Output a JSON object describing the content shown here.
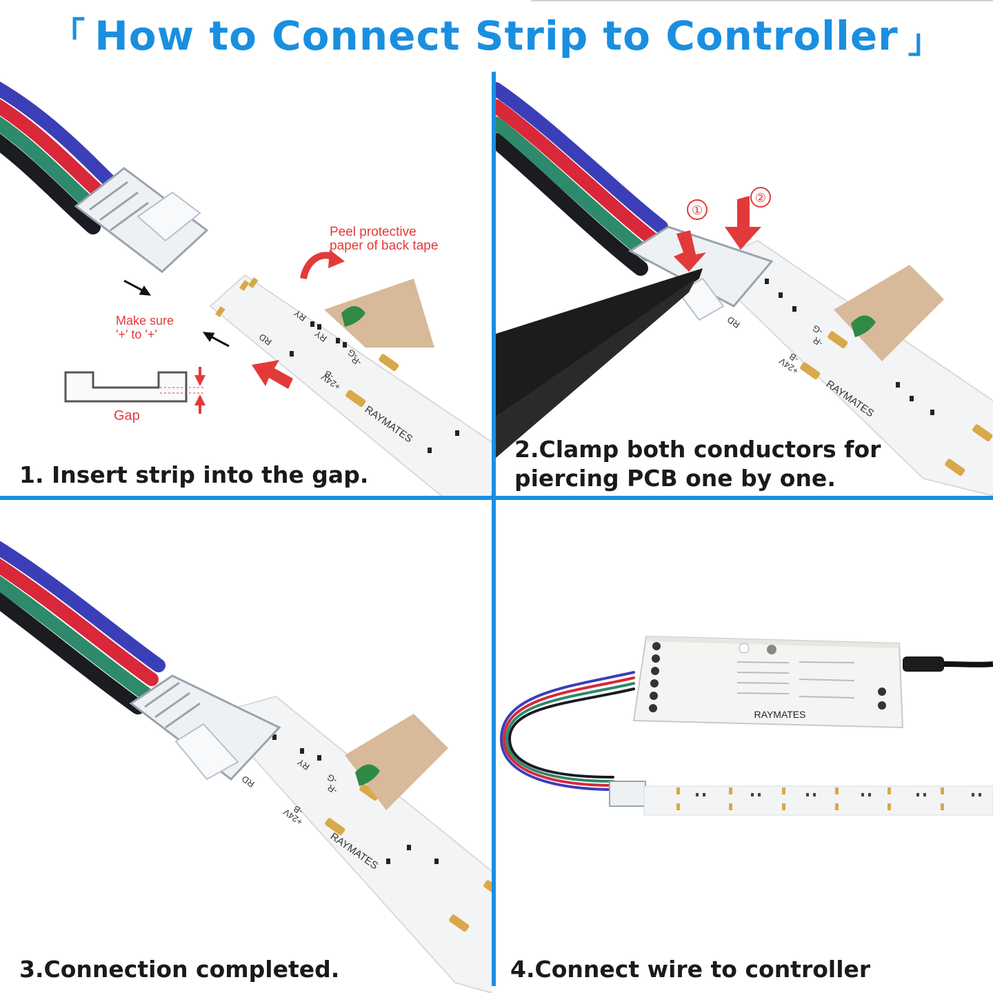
{
  "title": {
    "bracket_open": "「",
    "text": "How to Connect Strip to Controller",
    "bracket_close": "」",
    "color": "#1a8fe0"
  },
  "steps": [
    {
      "caption": "1. Insert strip into the gap.",
      "annotations": {
        "peel_line1": "Peel protective",
        "peel_line2": "paper of back tape",
        "make_sure_line1": "Make sure",
        "make_sure_line2": "'+' to  '+'",
        "gap": "Gap"
      },
      "strip_marks": {
        "brand": "RAYMATES",
        "rd": "RD",
        "ry": "RY",
        "ryr": "RY",
        "g": "-G",
        "r": "-R",
        "b": "-B",
        "v24": "+24V"
      }
    },
    {
      "caption_line1": "2.Clamp both conductors for",
      "caption_line2": "piercing PCB one by one.",
      "annotations": {
        "marker1": "①",
        "marker2": "②"
      },
      "strip_marks": {
        "brand": "RAYMATES",
        "rd": "RD",
        "g": "-G",
        "r": "-R",
        "b": "-B",
        "v24": "+24V"
      }
    },
    {
      "caption": "3.Connection completed.",
      "strip_marks": {
        "brand": "RAYMATES",
        "rd": "RD",
        "ry": "RY",
        "g": "-G",
        "r": "-R",
        "b": "-B",
        "v24": "+24V"
      }
    },
    {
      "caption": "4.Connect wire to controller",
      "controller": {
        "brand": "RAYMATES"
      }
    }
  ],
  "colors": {
    "accent": "#1a8fe0",
    "wire_blue": "#3a3fb8",
    "wire_red": "#d8283a",
    "wire_green": "#2d8a6a",
    "wire_black": "#1b1b22",
    "annotation_red": "#e23a3a",
    "tape": "#d8b99a"
  }
}
